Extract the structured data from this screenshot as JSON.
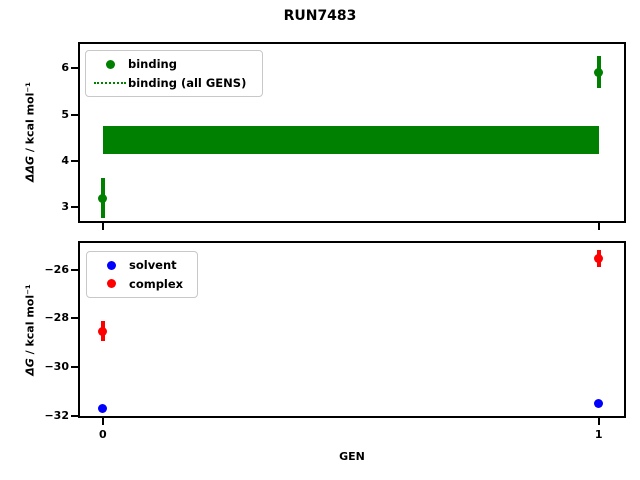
{
  "title": "RUN7483",
  "xlabel": "GEN",
  "colors": {
    "binding": "#008000",
    "solvent": "#0000ff",
    "complex": "#ff0000",
    "axis": "#000000",
    "legend_border": "#c8c8c8"
  },
  "panels": {
    "top": {
      "ylabel_math": "ΔΔG",
      "ylabel_units": " / kcal mol⁻¹",
      "legend": {
        "item1": "binding",
        "item2": "binding (all GENS)"
      }
    },
    "bottom": {
      "ylabel_math": "ΔG",
      "ylabel_units": " / kcal mol⁻¹",
      "legend": {
        "item1": "solvent",
        "item2": "complex"
      }
    }
  },
  "chart_data": [
    {
      "type": "scatter",
      "panel": "top",
      "title": "RUN7483",
      "xlabel": "",
      "ylabel": "ΔΔG / kcal mol⁻¹",
      "xlim": [
        -0.05,
        1.055
      ],
      "ylim": [
        2.66,
        6.57
      ],
      "yticks": [
        3,
        4,
        5,
        6
      ],
      "xticks": [
        0,
        1
      ],
      "xticklabels_shown": false,
      "legend_position": "upper left",
      "grid": false,
      "series": [
        {
          "name": "binding",
          "style": "points_with_errorbars",
          "marker": "circle",
          "color": "#008000",
          "x": [
            0,
            1
          ],
          "y": [
            3.2,
            5.92
          ],
          "yerr": [
            0.44,
            0.34
          ]
        },
        {
          "name": "binding (all GENS)",
          "style": "horizontal_band",
          "color": "#008000",
          "x_range": [
            0,
            1
          ],
          "y_center": 4.45,
          "y_low": 4.14,
          "y_high": 4.76
        }
      ]
    },
    {
      "type": "scatter",
      "panel": "bottom",
      "title": "",
      "xlabel": "GEN",
      "ylabel": "ΔG / kcal mol⁻¹",
      "xlim": [
        -0.05,
        1.055
      ],
      "ylim": [
        -32.08,
        -24.83
      ],
      "yticks": [
        -26,
        -28,
        -30,
        -32
      ],
      "xticks": [
        0,
        1
      ],
      "xticklabels_shown": true,
      "legend_position": "upper left",
      "grid": false,
      "series": [
        {
          "name": "solvent",
          "style": "points_with_errorbars",
          "marker": "circle",
          "color": "#0000ff",
          "x": [
            0,
            1
          ],
          "y": [
            -31.7,
            -31.48
          ],
          "yerr": [
            0.08,
            0.08
          ]
        },
        {
          "name": "complex",
          "style": "points_with_errorbars",
          "marker": "circle",
          "color": "#ff0000",
          "x": [
            0,
            1
          ],
          "y": [
            -28.52,
            -25.55
          ],
          "yerr": [
            0.41,
            0.35
          ]
        }
      ]
    }
  ]
}
